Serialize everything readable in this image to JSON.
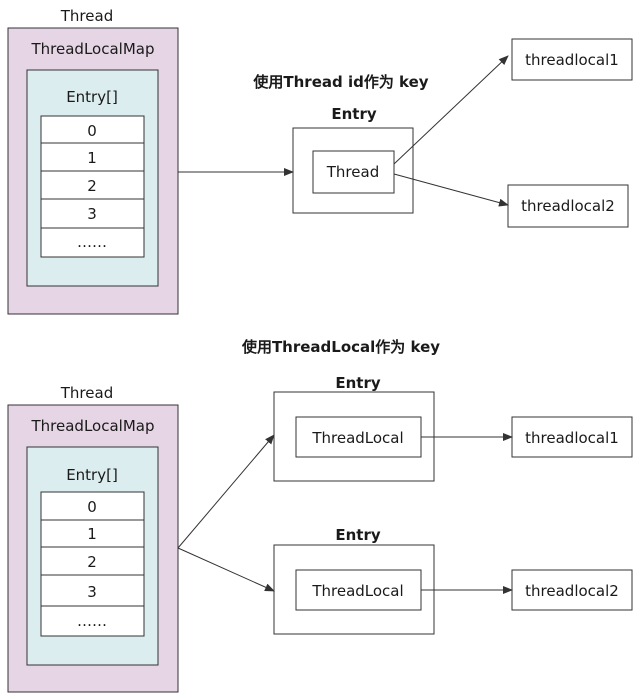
{
  "colors": {
    "thread_map_bg": "#e5d5e5",
    "entry_array_bg": "#dcedf0",
    "stroke": "#333333"
  },
  "top": {
    "caption": "使用Thread id作为 key",
    "thread_label": "Thread",
    "map_label": "ThreadLocalMap",
    "array_label": "Entry[]",
    "slots": [
      "0",
      "1",
      "2",
      "3",
      "……"
    ],
    "entry_label": "Entry",
    "entry_key": "Thread",
    "values": [
      "threadlocal1",
      "threadlocal2"
    ]
  },
  "bottom": {
    "caption": "使用ThreadLocal作为 key",
    "thread_label": "Thread",
    "map_label": "ThreadLocalMap",
    "array_label": "Entry[]",
    "slots": [
      "0",
      "1",
      "2",
      "3",
      "……"
    ],
    "entries": [
      {
        "label": "Entry",
        "key": "ThreadLocal",
        "value": "threadlocal1"
      },
      {
        "label": "Entry",
        "key": "ThreadLocal",
        "value": "threadlocal2"
      }
    ]
  }
}
